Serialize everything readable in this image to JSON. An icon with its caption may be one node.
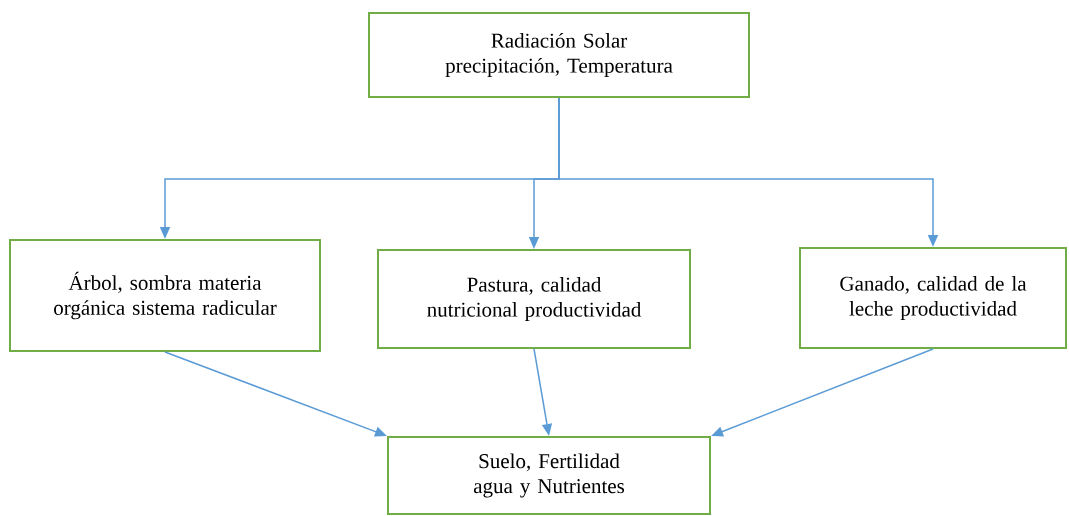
{
  "diagram": {
    "nodes": [
      {
        "text": [
          "Radiación Solar precipitación, Temperatura"
        ]
      },
      {
        "text": [
          "Árbol, sombra materia orgánica sistema radicular"
        ]
      },
      {
        "text": [
          "Pastura, calidad nutricional productividad"
        ]
      },
      {
        "text": [
          "Ganado, calidad de la leche productividad"
        ]
      },
      {
        "text": [
          "Suelo, Fertilidad agua y Nutrientes"
        ]
      }
    ],
    "edges": [
      {
        "from": 0,
        "to": 1,
        "arrow": "to"
      },
      {
        "from": 0,
        "to": 2,
        "arrow": "to"
      },
      {
        "from": 0,
        "to": 3,
        "arrow": "to"
      },
      {
        "from": 1,
        "to": 4,
        "arrow": "to"
      },
      {
        "from": 2,
        "to": 4,
        "arrow": "to"
      },
      {
        "from": 3,
        "to": 4,
        "arrow": "to"
      }
    ]
  }
}
